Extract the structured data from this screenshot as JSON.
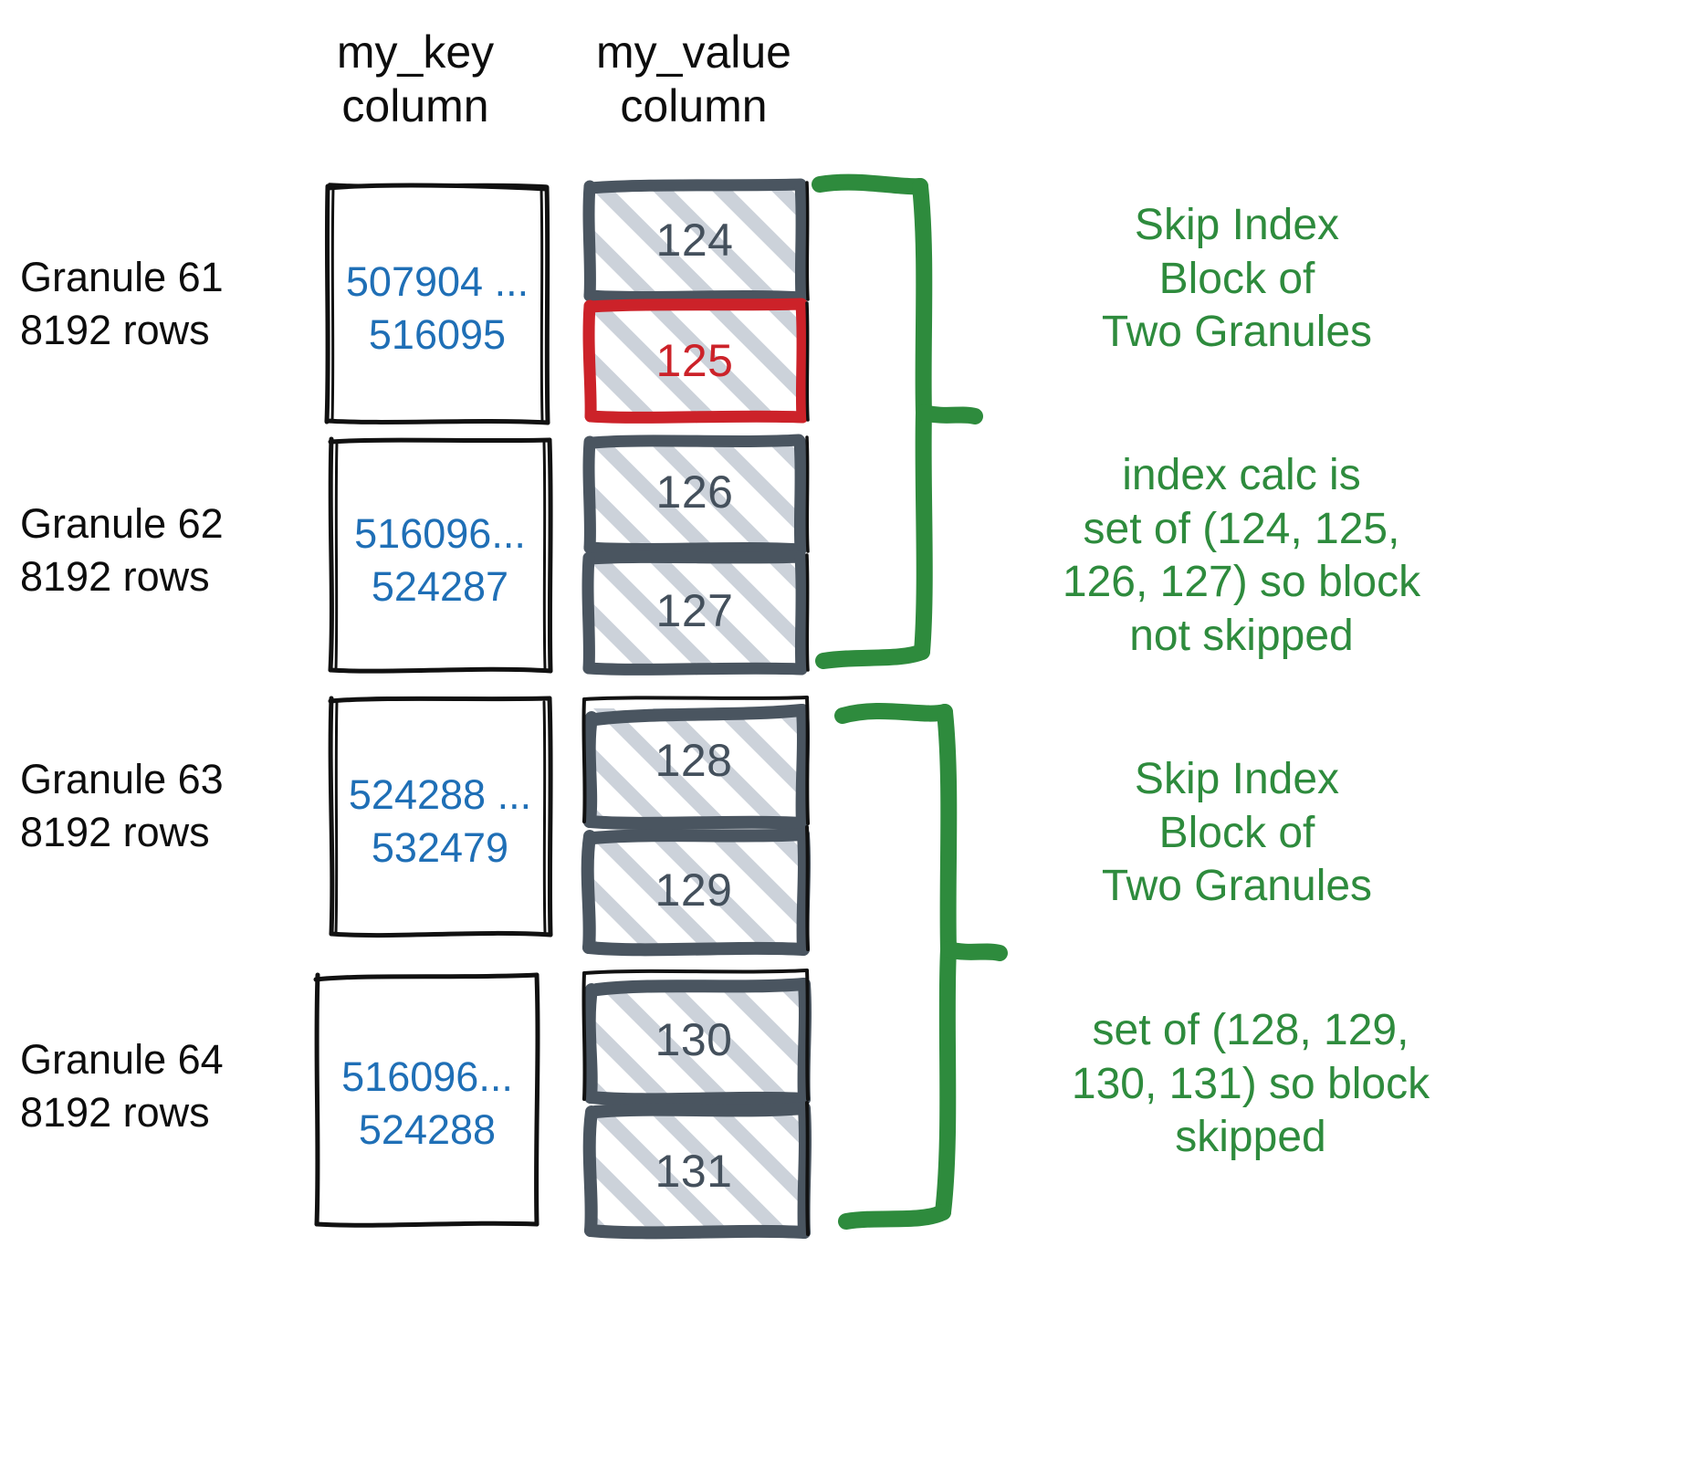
{
  "headers": {
    "key_column": "my_key\ncolumn",
    "value_column": "my_value\ncolumn"
  },
  "colors": {
    "key_text": "#1f6fb6",
    "value_text": "#44505c",
    "highlight_red": "#cc2229",
    "annotation_green": "#2e8b3d",
    "box_border_black": "#111111",
    "box_border_slate": "#4a5560",
    "hatch": "#ccd2da"
  },
  "granules": [
    {
      "label": "Granule 61\n8192 rows",
      "key_range": "507904 ...\n516095",
      "values": [
        {
          "text": "124",
          "highlighted": false
        },
        {
          "text": "125",
          "highlighted": true
        }
      ]
    },
    {
      "label": "Granule 62\n8192 rows",
      "key_range": "516096...\n524287",
      "values": [
        {
          "text": "126",
          "highlighted": false
        },
        {
          "text": "127",
          "highlighted": false
        }
      ]
    },
    {
      "label": "Granule 63\n8192 rows",
      "key_range": "524288 ...\n532479",
      "values": [
        {
          "text": "128",
          "highlighted": false
        },
        {
          "text": "129",
          "highlighted": false
        }
      ]
    },
    {
      "label": "Granule 64\n8192 rows",
      "key_range": "516096...\n524288",
      "values": [
        {
          "text": "130",
          "highlighted": false
        },
        {
          "text": "131",
          "highlighted": false
        }
      ]
    }
  ],
  "annotations": [
    {
      "text": "Skip Index\nBlock of\nTwo Granules"
    },
    {
      "text": "index calc is\nset of (124, 125,\n126, 127) so block\nnot skipped"
    },
    {
      "text": "Skip Index\nBlock of\nTwo Granules"
    },
    {
      "text": "set of (128, 129,\n130, 131) so block\nskipped"
    }
  ]
}
